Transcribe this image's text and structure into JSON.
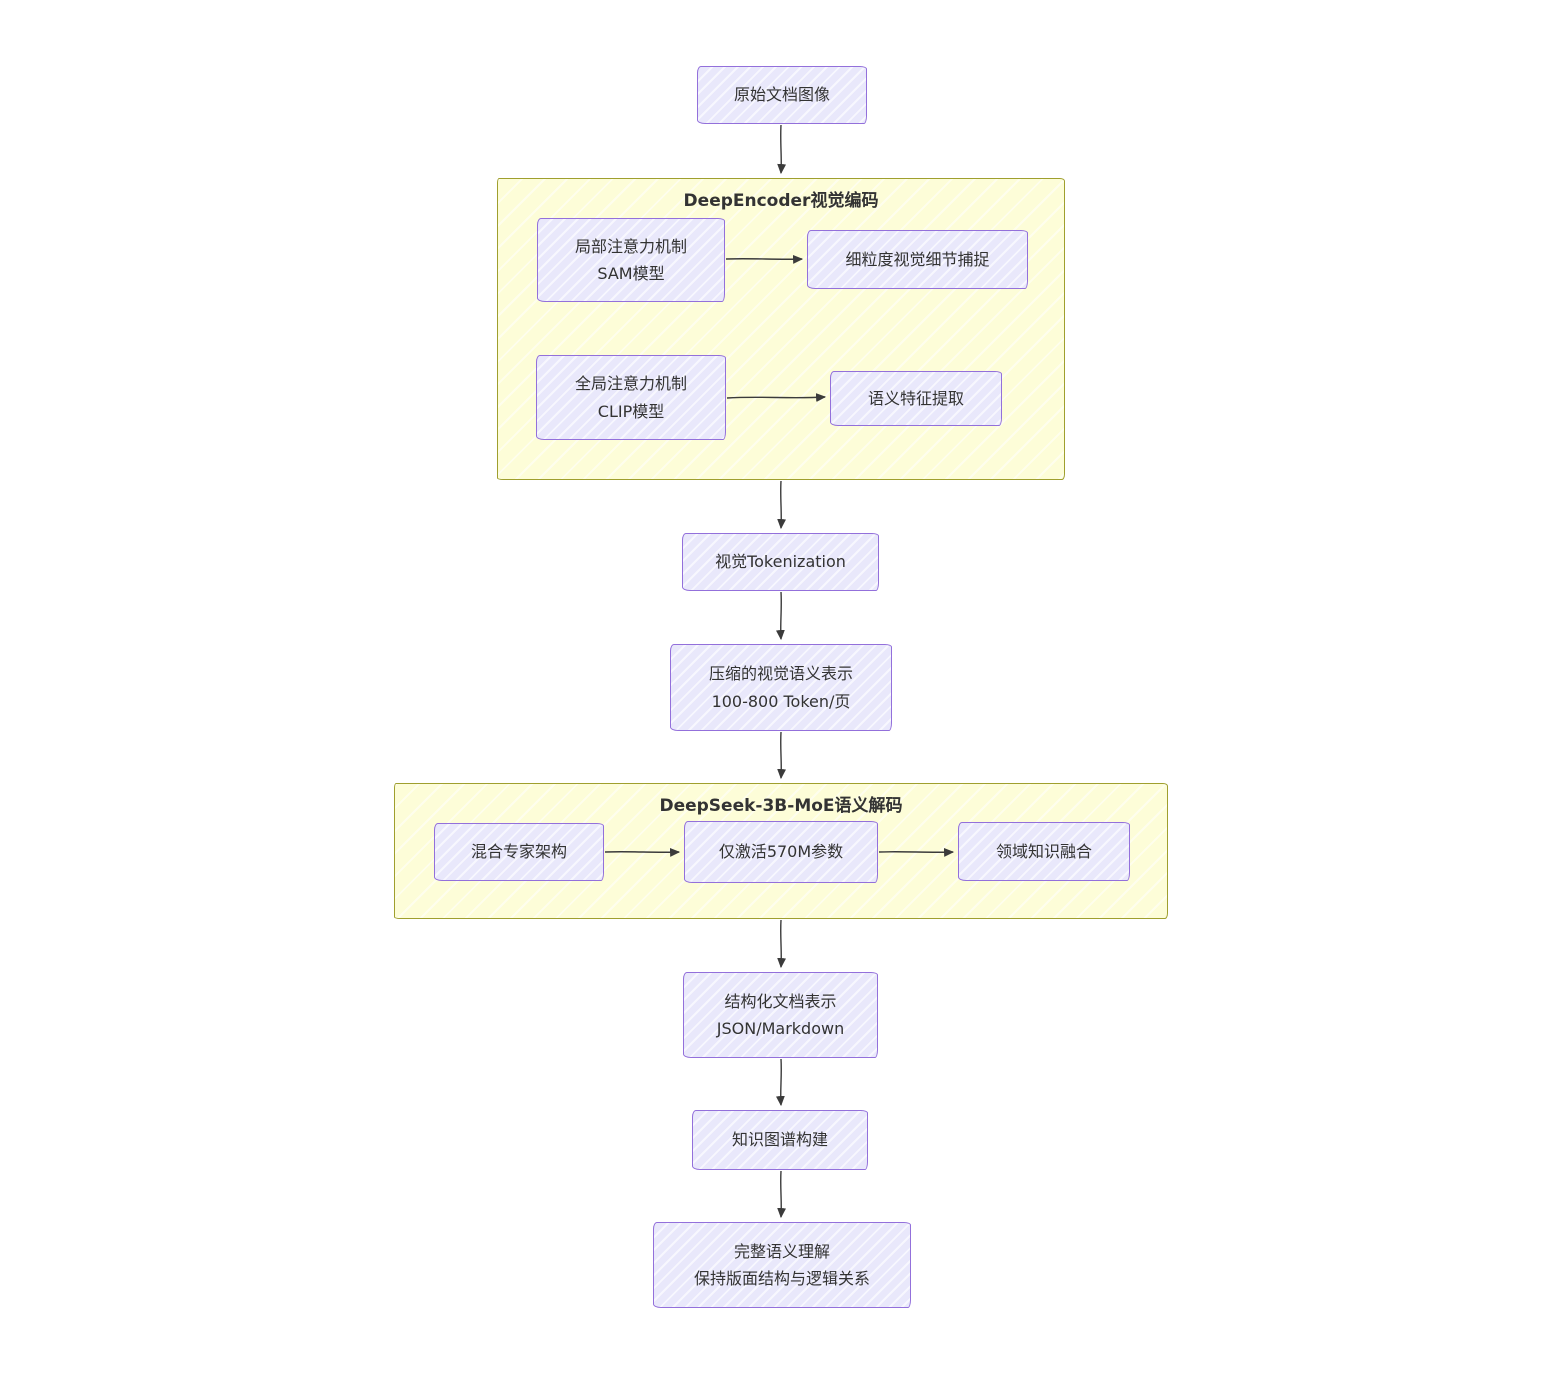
{
  "diagram": {
    "type": "flowchart",
    "direction": "top-down",
    "nodes": {
      "original": {
        "label": "原始文档图像"
      },
      "sam": {
        "line1": "局部注意力机制",
        "line2": "SAM模型"
      },
      "fine_detail": {
        "label": "细粒度视觉细节捕捉"
      },
      "clip": {
        "line1": "全局注意力机制",
        "line2": "CLIP模型"
      },
      "semantic_extract": {
        "label": "语义特征提取"
      },
      "tokenization": {
        "label": "视觉Tokenization"
      },
      "compressed": {
        "line1": "压缩的视觉语义表示",
        "line2": "100-800 Token/页"
      },
      "moe": {
        "label": "混合专家架构"
      },
      "activation": {
        "label": "仅激活570M参数"
      },
      "domain_fusion": {
        "label": "领域知识融合"
      },
      "structured": {
        "line1": "结构化文档表示",
        "line2": "JSON/Markdown"
      },
      "knowledge_graph": {
        "label": "知识图谱构建"
      },
      "final_understanding": {
        "line1": "完整语义理解",
        "line2": "保持版面结构与逻辑关系"
      }
    },
    "containers": {
      "encoder": {
        "title": "DeepEncoder视觉编码"
      },
      "decoder": {
        "title": "DeepSeek-3B-MoE语义解码"
      }
    },
    "edges": [
      {
        "from": "original",
        "to": "encoder-container"
      },
      {
        "from": "sam",
        "to": "fine_detail"
      },
      {
        "from": "clip",
        "to": "semantic_extract"
      },
      {
        "from": "encoder-container",
        "to": "tokenization"
      },
      {
        "from": "tokenization",
        "to": "compressed"
      },
      {
        "from": "compressed",
        "to": "decoder-container"
      },
      {
        "from": "moe",
        "to": "activation"
      },
      {
        "from": "activation",
        "to": "domain_fusion"
      },
      {
        "from": "decoder-container",
        "to": "structured"
      },
      {
        "from": "structured",
        "to": "knowledge_graph"
      },
      {
        "from": "knowledge_graph",
        "to": "final_understanding"
      }
    ],
    "colors": {
      "node_fill": "#e9e8fb",
      "node_border": "#9370db",
      "container_fill": "#fdfdd8",
      "container_border": "#9f9f2e",
      "arrow": "#3b3b3b",
      "text": "#333333",
      "background": "#ffffff"
    }
  }
}
